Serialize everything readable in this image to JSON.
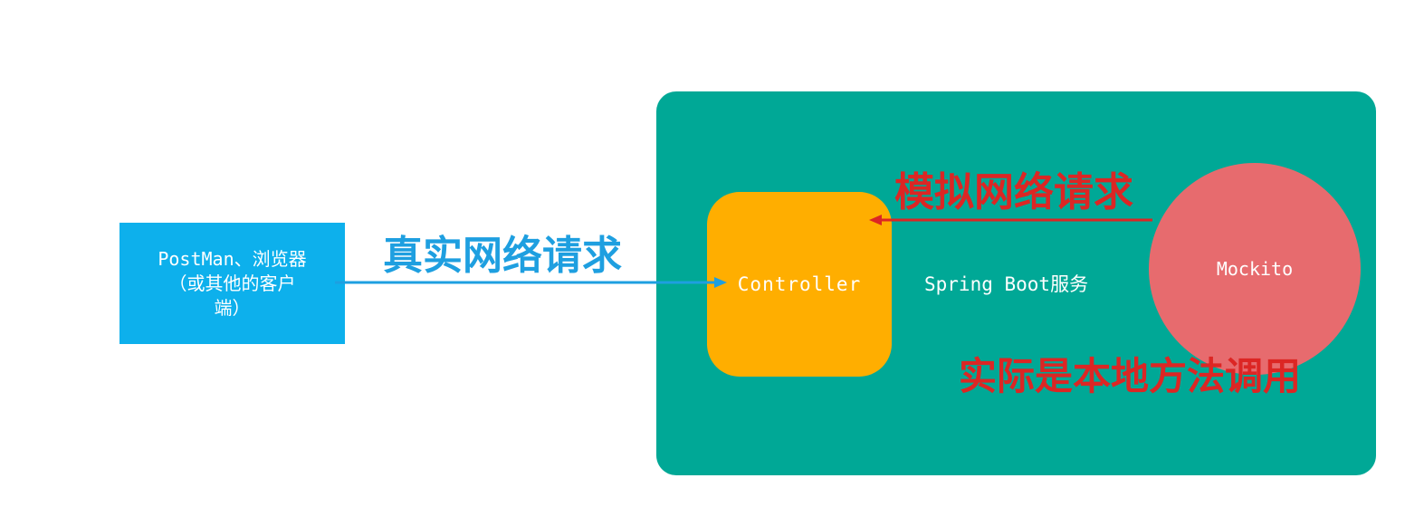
{
  "client": {
    "lines": [
      "PostMan、浏览器",
      "（或其他的客户",
      "端）"
    ]
  },
  "service": {
    "label": "Spring Boot服务",
    "controller_label": "Controller",
    "mockito_label": "Mockito"
  },
  "annotations": {
    "real_request": "真实网络请求",
    "mock_request": "模拟网络请求",
    "local_call": "实际是本地方法调用"
  },
  "colors": {
    "client_fill": "#0db0ec",
    "panel_fill": "#00a896",
    "controller_fill": "#ffae00",
    "mockito_fill": "#e76b6e",
    "real_arrow": "#1e9fe0",
    "mock_arrow": "#dc2624"
  }
}
